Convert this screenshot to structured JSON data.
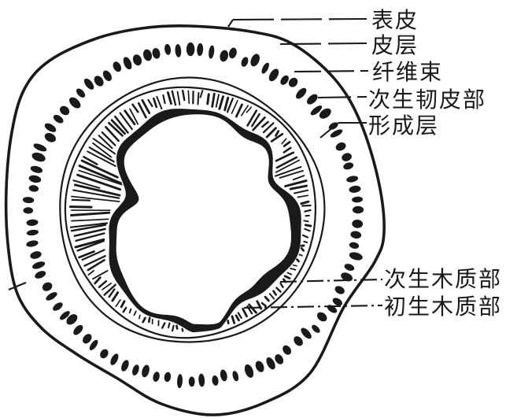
{
  "figure": {
    "kind": "stem-cross-section-line-drawing",
    "colors": {
      "ink": "#1a1a1a",
      "paper": "#ffffff"
    },
    "labels": [
      {
        "id": "epidermis",
        "text": "表皮"
      },
      {
        "id": "cortex",
        "text": "皮层"
      },
      {
        "id": "fiber-bundle",
        "text": "纤维束"
      },
      {
        "id": "secondary-phloem",
        "text": "次生韧皮部"
      },
      {
        "id": "cambium",
        "text": "形成层"
      },
      {
        "id": "secondary-xylem",
        "text": "次生木质部"
      },
      {
        "id": "primary-xylem",
        "text": "初生木质部"
      }
    ]
  }
}
